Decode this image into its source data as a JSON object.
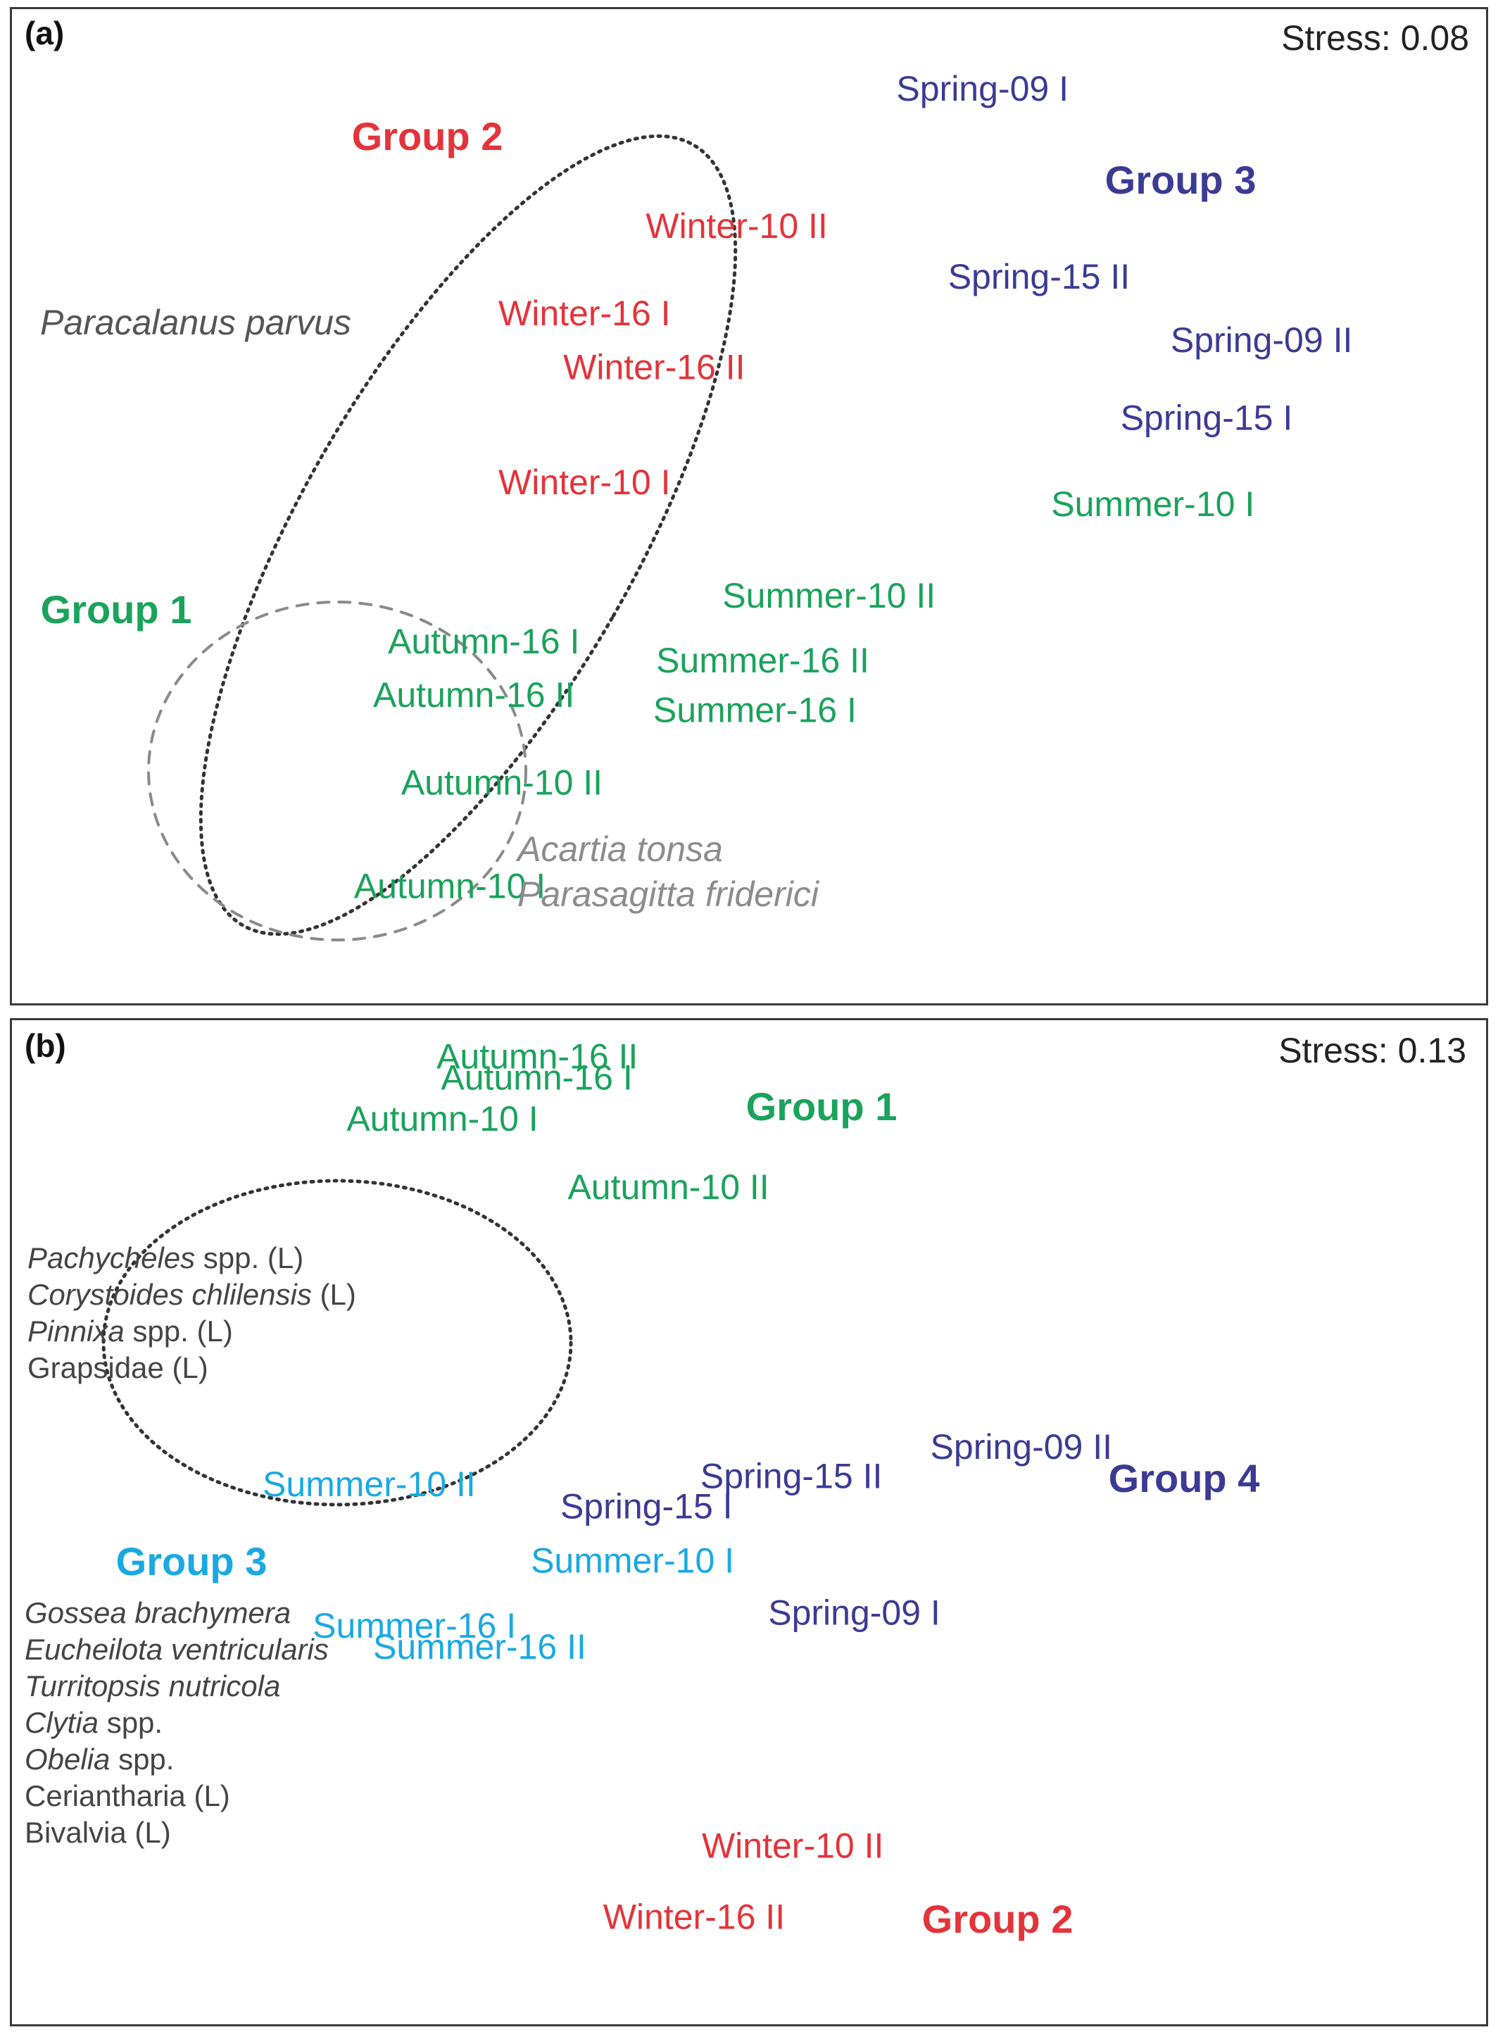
{
  "chart_data": [
    {
      "type": "scatter",
      "panel_label": "(a)",
      "stress_text": "Stress: 0.08",
      "colors": {
        "group1": "#1aa35b",
        "group2": "#e3343a",
        "group3": "#3b3b94",
        "ellipse": "#333333",
        "dashed": "#8a8a8a",
        "species": "#555555",
        "species_light": "#8c8c8c"
      },
      "groups": [
        {
          "label": "Group 1",
          "color_key": "group1"
        },
        {
          "label": "Group 2",
          "color_key": "group2"
        },
        {
          "label": "Group 3",
          "color_key": "group3"
        }
      ],
      "points": [
        {
          "label": "Spring-09 I",
          "group": "Group 3",
          "x": 0.6,
          "y": 0.908
        },
        {
          "label": "Spring-15 II",
          "group": "Group 3",
          "x": 0.635,
          "y": 0.719
        },
        {
          "label": "Spring-09 II",
          "group": "Group 3",
          "x": 0.786,
          "y": 0.655
        },
        {
          "label": "Spring-15 I",
          "group": "Group 3",
          "x": 0.752,
          "y": 0.577
        },
        {
          "label": "Summer-10 I",
          "group": "Group 1",
          "x": 0.705,
          "y": 0.49
        },
        {
          "label": "Summer-10 II",
          "group": "Group 1",
          "x": 0.482,
          "y": 0.398
        },
        {
          "label": "Summer-16 II",
          "group": "Group 1",
          "x": 0.437,
          "y": 0.333
        },
        {
          "label": "Summer-16 I",
          "group": "Group 1",
          "x": 0.435,
          "y": 0.283
        },
        {
          "label": "Winter-10 II",
          "group": "Group 2",
          "x": 0.43,
          "y": 0.77
        },
        {
          "label": "Winter-16 I",
          "group": "Group 2",
          "x": 0.33,
          "y": 0.682
        },
        {
          "label": "Winter-16 II",
          "group": "Group 2",
          "x": 0.374,
          "y": 0.628
        },
        {
          "label": "Winter-10 I",
          "group": "Group 2",
          "x": 0.33,
          "y": 0.512
        },
        {
          "label": "Autumn-16 I",
          "group": "Group 1",
          "x": 0.255,
          "y": 0.352
        },
        {
          "label": "Autumn-16 II",
          "group": "Group 1",
          "x": 0.245,
          "y": 0.298
        },
        {
          "label": "Autumn-10 II",
          "group": "Group 1",
          "x": 0.264,
          "y": 0.21
        },
        {
          "label": "Autumn-10 I",
          "group": "Group 1",
          "x": 0.232,
          "y": 0.106
        }
      ],
      "group_labels": [
        {
          "label": "Group 2",
          "color_key": "group2"
        },
        {
          "label": "Group 3",
          "color_key": "group3"
        },
        {
          "label": "Group 1",
          "color_key": "group1"
        }
      ],
      "species_annotations": [
        {
          "lines": [
            "Paracalanus parvus"
          ]
        },
        {
          "lines": [
            "Acartia tonsa",
            "Parasagitta friderici"
          ]
        }
      ]
    },
    {
      "type": "scatter",
      "panel_label": "(b)",
      "stress_text": "Stress: 0.13",
      "colors": {
        "group1": "#1aa35b",
        "group2": "#e3343a",
        "group3": "#19a9e3",
        "group4": "#3b3b94",
        "ellipse": "#333333",
        "species": "#444444"
      },
      "groups": [
        {
          "label": "Group 1",
          "color_key": "group1"
        },
        {
          "label": "Group 2",
          "color_key": "group2"
        },
        {
          "label": "Group 3",
          "color_key": "group3"
        },
        {
          "label": "Group 4",
          "color_key": "group4"
        }
      ],
      "points": [
        {
          "label": "Autumn-16 II",
          "group": "Group 1",
          "x": 0.288,
          "y": 0.952
        },
        {
          "label": "Autumn-16 I",
          "group": "Group 1",
          "x": 0.291,
          "y": 0.931
        },
        {
          "label": "Autumn-10 I",
          "group": "Group 1",
          "x": 0.227,
          "y": 0.89
        },
        {
          "label": "Autumn-10 II",
          "group": "Group 1",
          "x": 0.377,
          "y": 0.822
        },
        {
          "label": "Spring-09 II",
          "group": "Group 4",
          "x": 0.623,
          "y": 0.563
        },
        {
          "label": "Spring-15 II",
          "group": "Group 4",
          "x": 0.467,
          "y": 0.534
        },
        {
          "label": "Spring-15 I",
          "group": "Group 4",
          "x": 0.372,
          "y": 0.504
        },
        {
          "label": "Spring-09 I",
          "group": "Group 4",
          "x": 0.513,
          "y": 0.398
        },
        {
          "label": "Summer-10 II",
          "group": "Group 3",
          "x": 0.17,
          "y": 0.526
        },
        {
          "label": "Summer-10 I",
          "group": "Group 3",
          "x": 0.352,
          "y": 0.45
        },
        {
          "label": "Summer-16 I",
          "group": "Group 3",
          "x": 0.204,
          "y": 0.385
        },
        {
          "label": "Summer-16 II",
          "group": "Group 3",
          "x": 0.245,
          "y": 0.364
        },
        {
          "label": "Winter-10 II",
          "group": "Group 2",
          "x": 0.468,
          "y": 0.166
        },
        {
          "label": "Winter-16 II",
          "group": "Group 2",
          "x": 0.401,
          "y": 0.095
        }
      ],
      "group_labels": [
        {
          "label": "Group 1",
          "color_key": "group1"
        },
        {
          "label": "Group 4",
          "color_key": "group4"
        },
        {
          "label": "Group 3",
          "color_key": "group3"
        },
        {
          "label": "Group 2",
          "color_key": "group2"
        }
      ],
      "species_annotations": [
        {
          "lines": [
            {
              "italic": "Pachycheles",
              "plain": " spp. (L)"
            },
            {
              "italic": "Corystoides chlilensis",
              "plain": " (L)"
            },
            {
              "italic": "Pinnixa",
              "plain": " spp. (L)"
            },
            {
              "italic": "",
              "plain": "Grapsidae (L)"
            }
          ]
        },
        {
          "lines": [
            {
              "italic": "Gossea brachymera",
              "plain": ""
            },
            {
              "italic": "Eucheilota ventricularis",
              "plain": ""
            },
            {
              "italic": "Turritopsis nutricola",
              "plain": ""
            },
            {
              "italic": "Clytia",
              "plain": " spp."
            },
            {
              "italic": "Obelia",
              "plain": " spp."
            },
            {
              "italic": "",
              "plain": "Ceriantharia (L)"
            },
            {
              "italic": "",
              "plain": "Bivalvia (L)"
            }
          ]
        }
      ]
    }
  ]
}
